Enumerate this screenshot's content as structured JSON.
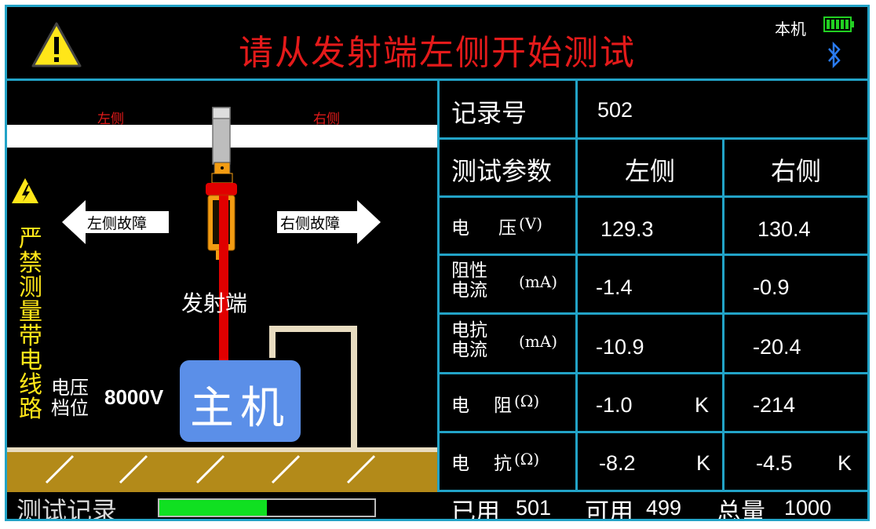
{
  "header": {
    "title": "请从发射端左侧开始测试",
    "device_label": "本机"
  },
  "diagram": {
    "left_side_label": "左侧",
    "right_side_label": "右侧",
    "left_fault_label": "左侧故障",
    "right_fault_label": "右侧故障",
    "transmitter_label": "发射端",
    "host_label": "主机",
    "warning_vertical_text": "严禁测量带电线路",
    "voltage_range_label_1": "电压",
    "voltage_range_label_2": "档位",
    "voltage_range_value": "8000V"
  },
  "table": {
    "record_label": "记录号",
    "record_value": "502",
    "param_header": "测试参数",
    "left_header": "左侧",
    "right_header": "右侧",
    "rows": [
      {
        "label_1": "电",
        "label_2": "压",
        "unit": "(V)",
        "left": "129.3",
        "left_unit": "",
        "right": "130.4",
        "right_unit": ""
      },
      {
        "label_1": "阻性",
        "label_2": "电流",
        "unit": "(mA)",
        "left": "-1.4",
        "left_unit": "",
        "right": "-0.9",
        "right_unit": ""
      },
      {
        "label_1": "电抗",
        "label_2": "电流",
        "unit": "(mA)",
        "left": "-10.9",
        "left_unit": "",
        "right": "-20.4",
        "right_unit": ""
      },
      {
        "label_1": "电",
        "label_2": "阻",
        "unit": "(Ω)",
        "left": "-1.0",
        "left_unit": "K",
        "right": "-214",
        "right_unit": ""
      },
      {
        "label_1": "电",
        "label_2": "抗",
        "unit": "(Ω)",
        "left": "-8.2",
        "left_unit": "K",
        "right": "-4.5",
        "right_unit": "K"
      }
    ]
  },
  "footer": {
    "record_label": "测试记录",
    "progress_fraction": 0.5,
    "used_label": "已用",
    "used_value": "501",
    "available_label": "可用",
    "available_value": "499",
    "total_label": "总量",
    "total_value": "1000"
  },
  "colors": {
    "border": "#22a3c7",
    "title_red": "#e41a1a",
    "warning_yellow": "#ffe619",
    "host_blue": "#5b8fe8",
    "progress_green": "#10e021",
    "ground": "#b38a19",
    "probe_red": "#e00000"
  },
  "icons": {
    "warning": "warning-triangle-icon",
    "battery": "battery-icon",
    "bluetooth": "bluetooth-icon",
    "hazard": "lightning-hazard-icon"
  }
}
